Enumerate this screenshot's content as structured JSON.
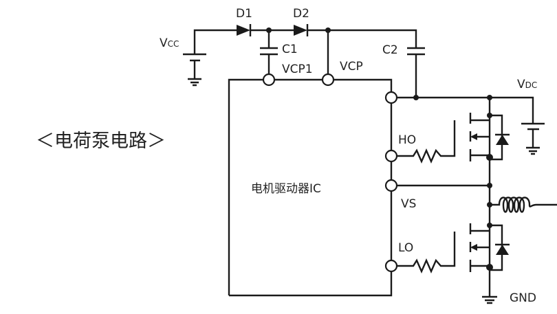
{
  "title": "＜电荷泵电路＞",
  "ic_label": "电机驱动器IC",
  "labels": {
    "vcc_main": "V",
    "vcc_sub": "CC",
    "vdc_main": "V",
    "vdc_sub": "DC",
    "d1": "D1",
    "d2": "D2",
    "c1": "C1",
    "c2": "C2",
    "vcp1": "VCP1",
    "vcp": "VCP",
    "ho": "HO",
    "vs": "VS",
    "lo": "LO",
    "gnd": "GND"
  }
}
